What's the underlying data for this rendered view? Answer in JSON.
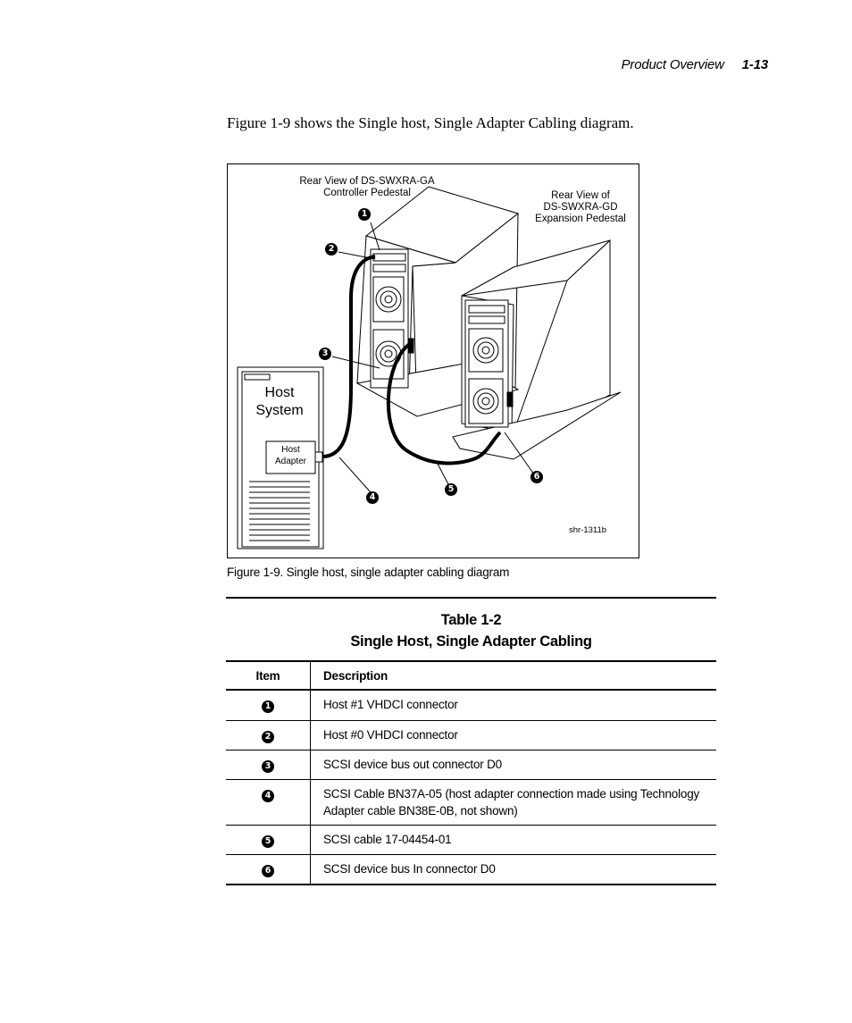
{
  "header": {
    "section": "Product Overview",
    "page": "1-13"
  },
  "intro": "Figure 1-9 shows the Single host, Single Adapter Cabling diagram.",
  "figure": {
    "controller_label": "Rear View of DS-SWXRA-GA\nController Pedestal",
    "expansion_label": "Rear View of\nDS-SWXRA-GD\nExpansion Pedestal",
    "host_label": "Host\nSystem",
    "adapter_label": "Host\nAdapter",
    "callouts": [
      "1",
      "2",
      "3",
      "4",
      "5",
      "6"
    ],
    "art_id": "shr-1311b"
  },
  "caption": "Figure 1-9.  Single host, single adapter cabling diagram",
  "table": {
    "title_line1": "Table 1-2",
    "title_line2": "Single Host, Single Adapter Cabling",
    "col_item": "Item",
    "col_desc": "Description",
    "rows": [
      {
        "item": "1",
        "desc": "Host #1 VHDCI connector"
      },
      {
        "item": "2",
        "desc": "Host #0 VHDCI connector"
      },
      {
        "item": "3",
        "desc": "SCSI device bus out connector D0"
      },
      {
        "item": "4",
        "desc": "SCSI Cable BN37A-05 (host adapter connection made using Technology Adapter cable BN38E-0B, not shown)"
      },
      {
        "item": "5",
        "desc": "SCSI cable 17-04454-01"
      },
      {
        "item": "6",
        "desc": "SCSI device bus In connector D0"
      }
    ]
  }
}
